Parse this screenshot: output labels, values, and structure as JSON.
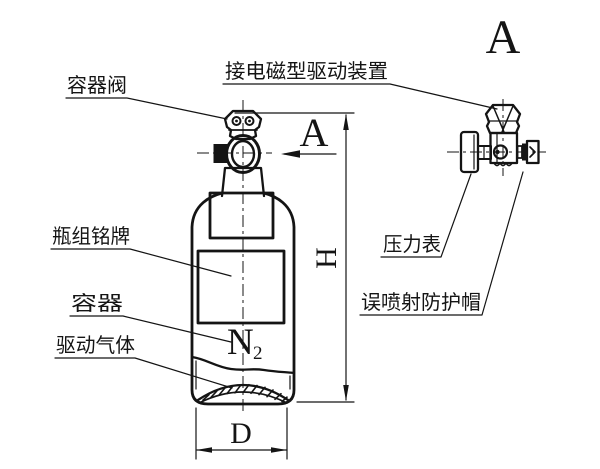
{
  "colors": {
    "line": "#141414",
    "background": "#ffffff"
  },
  "diagram": {
    "callouts": {
      "container_valve": "容器阀",
      "solenoid_drive_device": "接电磁型驱动装置",
      "cylinder_nameplate": "瓶组铭牌",
      "container": "容器",
      "drive_gas": "驱动气体",
      "pressure_gauge": "压力表",
      "mis_discharge_protective_cap": "误喷射防护帽"
    },
    "symbols": {
      "gas_formula_base": "N",
      "gas_formula_subscript": "2",
      "dim_height": "H",
      "dim_diameter": "D",
      "section_arrow_label": "A",
      "detail_view_title": "A"
    }
  }
}
